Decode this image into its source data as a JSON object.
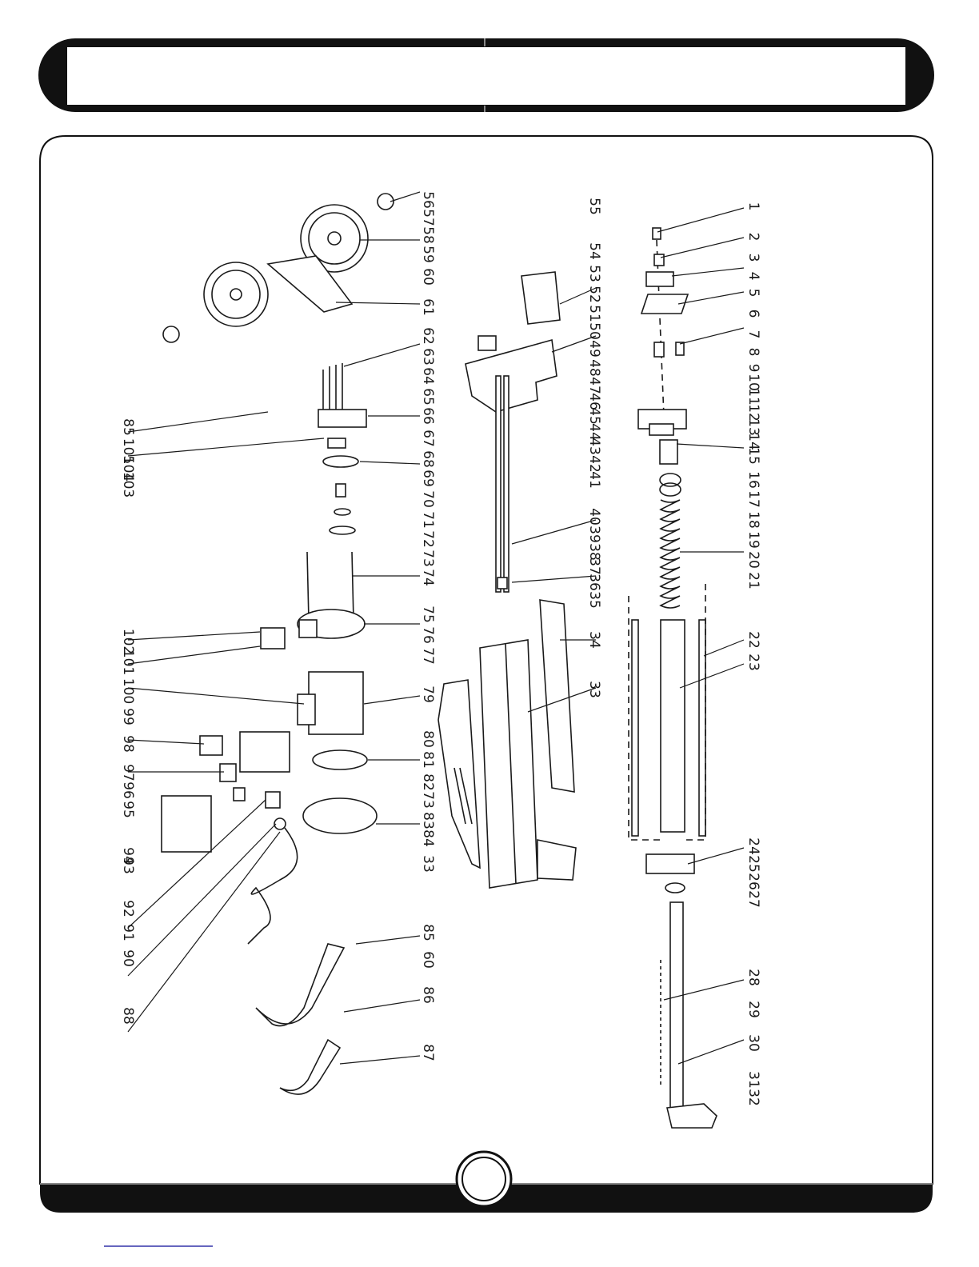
{
  "document": {
    "title": "",
    "page_number": ""
  },
  "diagram": {
    "type": "exploded parts diagram",
    "part_numbers": [
      "1",
      "2",
      "3",
      "4",
      "5",
      "6",
      "7",
      "8",
      "9",
      "10",
      "11",
      "12",
      "13",
      "14",
      "15",
      "16",
      "17",
      "18",
      "19",
      "20",
      "21",
      "22",
      "23",
      "24",
      "25",
      "26",
      "27",
      "28",
      "29",
      "30",
      "31",
      "32",
      "33",
      "34",
      "35",
      "36",
      "37",
      "38",
      "39",
      "40",
      "41",
      "42",
      "43",
      "44",
      "45",
      "46",
      "47",
      "48",
      "49",
      "50",
      "51",
      "52",
      "53",
      "54",
      "55",
      "56",
      "57",
      "58",
      "59",
      "60",
      "61",
      "62",
      "63",
      "64",
      "65",
      "66",
      "67",
      "68",
      "69",
      "70",
      "71",
      "72",
      "73",
      "74",
      "75",
      "76",
      "77",
      "79",
      "80",
      "81",
      "82",
      "73",
      "83",
      "84",
      "33",
      "85",
      "60",
      "86",
      "87",
      "88",
      "90",
      "91",
      "92",
      "93",
      "94",
      "95",
      "96",
      "97",
      "98",
      "99",
      "100",
      "101",
      "102",
      "103",
      "104",
      "105",
      "85"
    ]
  },
  "colors": {
    "ink": "#1a1a1a",
    "paper": "#ffffff",
    "accent": "#3333aa"
  }
}
